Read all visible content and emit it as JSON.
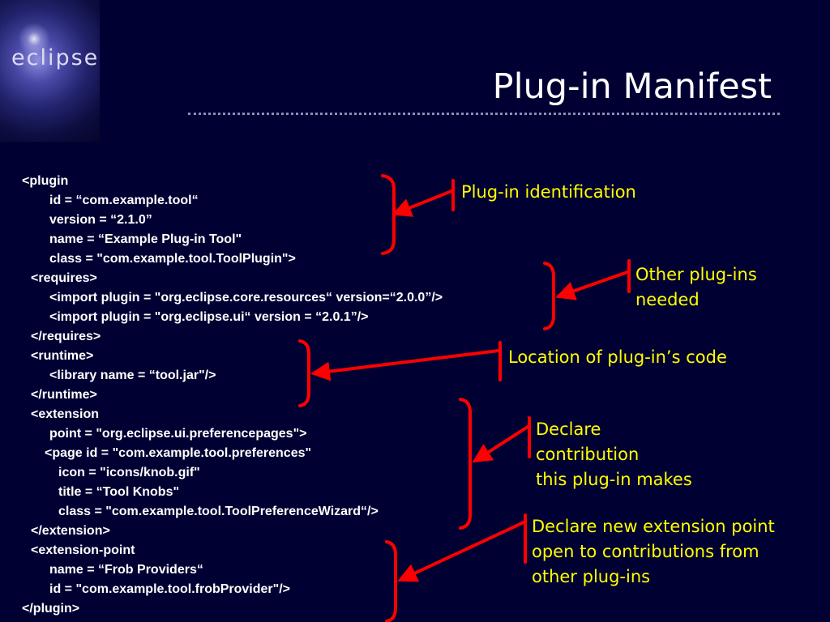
{
  "logo": {
    "text": "eclipse"
  },
  "title": "Plug-in Manifest",
  "code_lines": [
    "<plugin",
    "id = “com.example.tool“",
    "version = “2.1.0”",
    "name = “Example Plug-in Tool\"",
    "class = \"com.example.tool.ToolPlugin\">",
    "<requires>",
    "<import plugin = \"org.eclipse.core.resources“ version=“2.0.0”/>",
    "<import plugin = \"org.eclipse.ui“ version = “2.0.1”/>",
    "</requires>",
    "<runtime>",
    "<library name = “tool.jar\"/>",
    "</runtime>",
    "<extension",
    "point = \"org.eclipse.ui.preferencepages\">",
    "<page id = \"com.example.tool.preferences\"",
    "icon = \"icons/knob.gif\"",
    "title = “Tool Knobs\"",
    "class = \"com.example.tool.ToolPreferenceWizard“/>",
    "</extension>",
    "<extension-point",
    "name = “Frob Providers“",
    "id = \"com.example.tool.frobProvider\"/>",
    "</plugin>"
  ],
  "annotations": [
    {
      "lines": [
        "Plug-in identification"
      ]
    },
    {
      "lines": [
        "Other plug-ins",
        "needed"
      ]
    },
    {
      "lines": [
        "Location of plug-in’s code"
      ]
    },
    {
      "lines": [
        "Declare",
        "contribution",
        "this plug-in makes"
      ]
    },
    {
      "lines": [
        "Declare new extension point",
        "open to contributions from",
        "other plug-ins"
      ]
    }
  ],
  "colors": {
    "background": "#000033",
    "code_text": "#ffffff",
    "annotation_text": "#ffff00",
    "callout": "#ff0000"
  }
}
